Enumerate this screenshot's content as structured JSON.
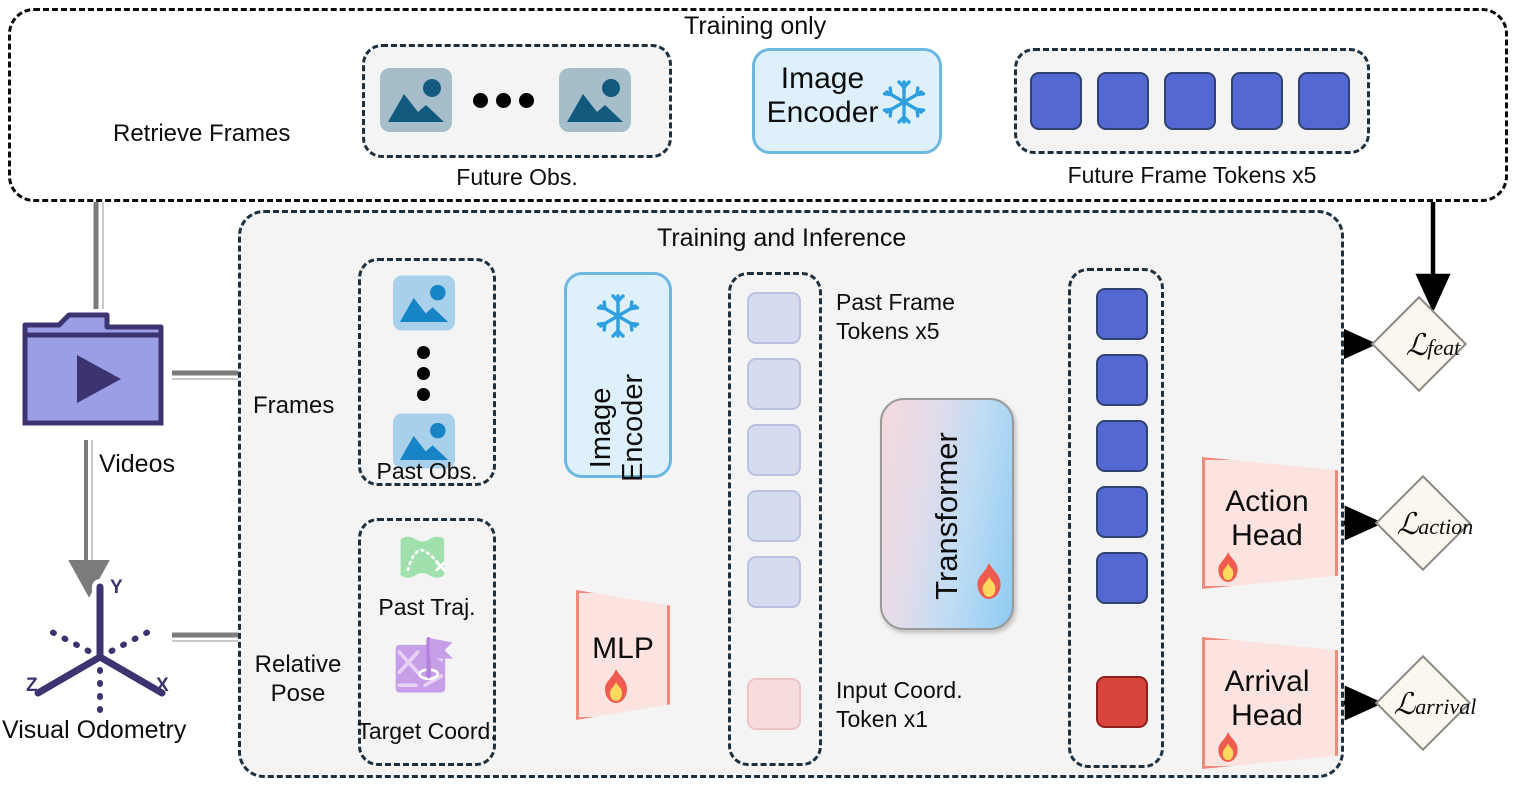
{
  "regions": {
    "training_only": {
      "title": "Training only"
    },
    "training_and_inference": {
      "title": "Training and Inference"
    }
  },
  "sources": {
    "videos": {
      "label": "Videos",
      "icon": "video-folder-icon"
    },
    "odometry": {
      "label": "Visual Odometry",
      "icon": "xyz-axes-icon"
    }
  },
  "flow_labels": {
    "retrieve_frames": "Retrieve Frames",
    "frames": "Frames",
    "relative_pose": "Relative\nPose",
    "relative_pose_line1": "Relative",
    "relative_pose_line2": "Pose"
  },
  "top_row": {
    "future_obs": {
      "caption": "Future Obs.",
      "icon": "image-placeholder-icon",
      "ellipsis": "•••"
    },
    "image_encoder": {
      "line1": "Image",
      "line2": "Encoder",
      "badge": "snowflake-frozen-icon"
    },
    "future_tokens": {
      "caption": "Future Frame Tokens x5",
      "count": 5,
      "color": "#5468d4"
    }
  },
  "main_row": {
    "past_obs": {
      "caption": "Past Obs.",
      "icon": "image-placeholder-icon"
    },
    "past_traj": {
      "caption": "Past Traj.",
      "icon": "trajectory-map-icon"
    },
    "target_coord": {
      "caption": "Target Coord.",
      "icon": "target-flag-map-icon"
    },
    "image_encoder": {
      "line1": "Image",
      "line2": "Encoder",
      "badge": "snowflake-frozen-icon"
    },
    "mlp": {
      "label": "MLP",
      "badge": "flame-trainable-icon"
    },
    "input_tokens": {
      "past_frame_label_line1": "Past Frame",
      "past_frame_label_line2": "Tokens x5",
      "input_coord_label_line1": "Input Coord.",
      "input_coord_label_line2": "Token x1",
      "frame_token_count": 5,
      "coord_token_count": 1,
      "frame_token_color": "#d6dcf0",
      "coord_token_color": "#f7dcdc"
    },
    "transformer": {
      "label": "Transformer",
      "badge": "flame-trainable-icon"
    },
    "output_tokens": {
      "frame_token_count": 5,
      "arrival_token_count": 1,
      "frame_token_color": "#5468d4",
      "arrival_token_color": "#d8443c"
    },
    "action_head": {
      "line1": "Action",
      "line2": "Head",
      "badge": "flame-trainable-icon"
    },
    "arrival_head": {
      "line1": "Arrival",
      "line2": "Head",
      "badge": "flame-trainable-icon"
    }
  },
  "losses": [
    {
      "symbol": "ℒ",
      "subscript": "feat",
      "name": "loss-feat"
    },
    {
      "symbol": "ℒ",
      "subscript": "action",
      "name": "loss-action"
    },
    {
      "symbol": "ℒ",
      "subscript": "arrival",
      "name": "loss-arrival"
    }
  ],
  "colors": {
    "token_blue": "#5468d4",
    "token_lavender": "#d6dcf0",
    "token_pink": "#f7dcdc",
    "token_red": "#d8443c",
    "encoder_fill": "#ddf0fc",
    "encoder_border": "#6cb8e0",
    "trap_fill": "#fde3e0",
    "trap_border": "#f08a7d",
    "diamond_fill": "#fbf7ef",
    "region_fill": "#f4f4f4",
    "dash_border": "#1d3040"
  }
}
